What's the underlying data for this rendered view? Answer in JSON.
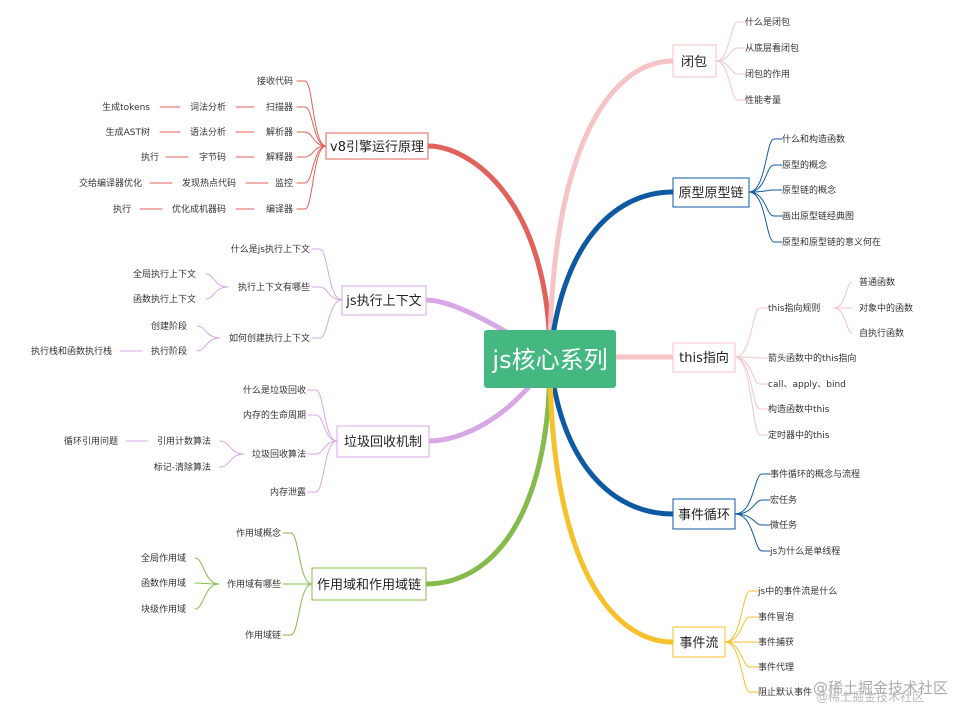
{
  "center": "js核心系列",
  "colors": {
    "red": "#e0625a",
    "lilac": "#d7a7e6",
    "green": "#84bb4b",
    "pink": "#f6c4c6",
    "blue": "#0d5aa3",
    "yellow": "#f6c12b",
    "center_bg": "#45b882"
  },
  "branches": {
    "v8": {
      "label": "v8引擎运行原理",
      "items": {
        "receive": "接收代码",
        "scanner": "扫描器",
        "lexer": "词法分析",
        "tokens": "生成tokens",
        "parser": "解析器",
        "syntax": "语法分析",
        "ast": "生成AST树",
        "interpreter": "解释器",
        "bytecode": "字节码",
        "exec1": "执行",
        "monitor": "监控",
        "hotspot": "发现热点代码",
        "tocompiler": "交给编译器优化",
        "compiler": "编译器",
        "machine": "优化成机器码",
        "exec2": "执行"
      }
    },
    "ctx": {
      "label": "js执行上下文",
      "items": {
        "what": "什么是js执行上下文",
        "kinds": "执行上下文有哪些",
        "global": "全局执行上下文",
        "func": "函数执行上下文",
        "create": "如何创建执行上下文",
        "createphase": "创建阶段",
        "execphase": "执行阶段",
        "stack": "执行栈和函数执行栈"
      }
    },
    "gc": {
      "label": "垃圾回收机制",
      "items": {
        "what": "什么是垃圾回收",
        "life": "内存的生命周期",
        "algo": "垃圾回收算法",
        "refcount": "引用计数算法",
        "circular": "循环引用问题",
        "mark": "标记-清除算法",
        "leak": "内存泄露"
      }
    },
    "scope": {
      "label": "作用域和作用域链",
      "items": {
        "concept": "作用域概念",
        "kinds": "作用域有哪些",
        "global": "全局作用域",
        "func": "函数作用域",
        "block": "块级作用域",
        "chain": "作用域链"
      }
    },
    "closure": {
      "label": "闭包",
      "items": [
        "什么是闭包",
        "从底层看闭包",
        "闭包的作用",
        "性能考量"
      ]
    },
    "proto": {
      "label": "原型原型链",
      "items": [
        "什么和构造函数",
        "原型的概念",
        "原型链的概念",
        "画出原型链经典图",
        "原型和原型链的意义何在"
      ]
    },
    "this": {
      "label": "this指向",
      "rules": "this指向规则",
      "rule_items": [
        "普通函数",
        "对象中的函数",
        "自执行函数"
      ],
      "items": [
        "箭头函数中的this指向",
        "call、apply、bind",
        "构造函数中this",
        "定时器中的this"
      ]
    },
    "loop": {
      "label": "事件循环",
      "items": [
        "事件循环的概念与流程",
        "宏任务",
        "微任务",
        "js为什么是单线程"
      ]
    },
    "flow": {
      "label": "事件流",
      "items": [
        "js中的事件流是什么",
        "事件冒泡",
        "事件捕获",
        "事件代理",
        "阻止默认事件"
      ]
    }
  },
  "watermark": "@稀土掘金技术社区"
}
